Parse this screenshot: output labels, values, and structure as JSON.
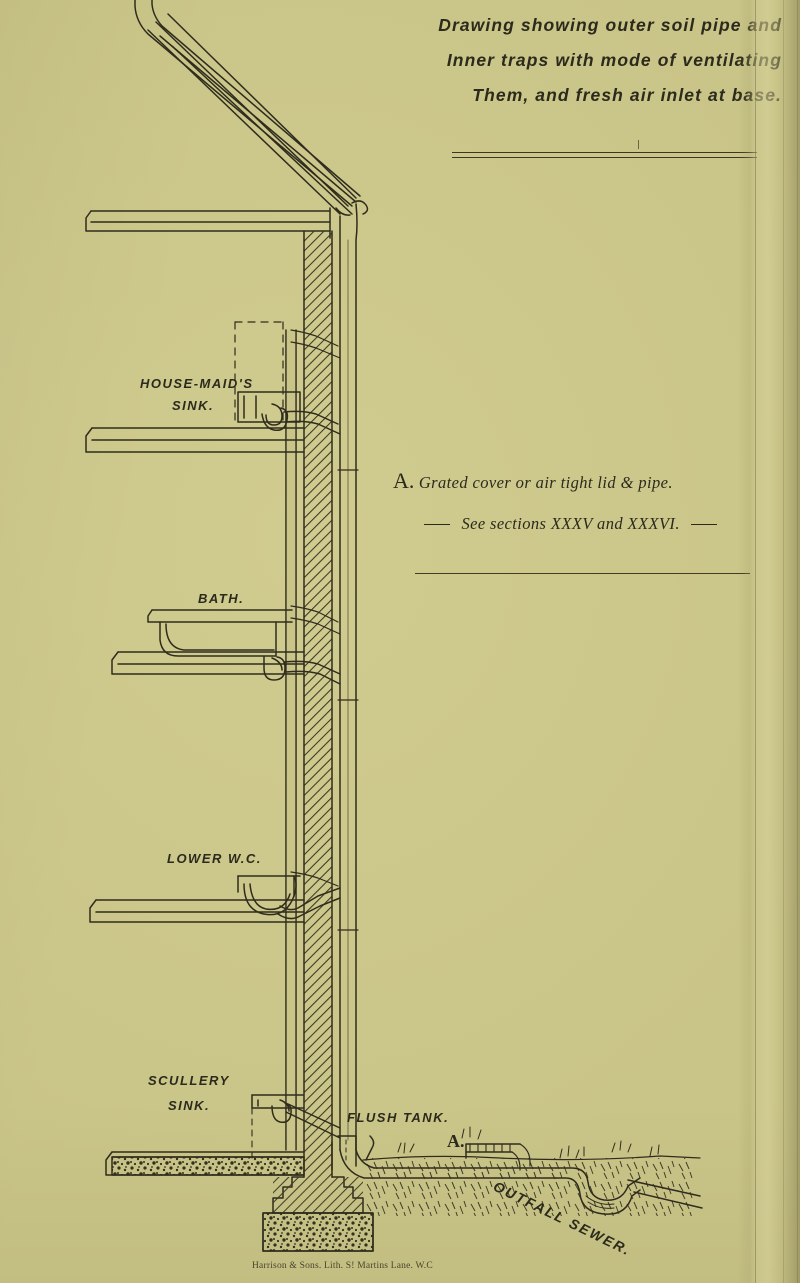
{
  "plate": {
    "background_color": "#c9c487",
    "ink_color": "#2b2a1c",
    "title": {
      "line1": "Drawing showing outer soil pipe and",
      "line2": "Inner traps with mode of ventilating",
      "line3": "Them, and fresh air inlet at base."
    },
    "annotation": {
      "key_letter": "A.",
      "line1": "Grated cover or air tight lid & pipe.",
      "line2_prefix": "See",
      "line2": "sections XXXV and XXXVI."
    },
    "labels": {
      "housemaids_sink_1": "HOUSE-MAID'S",
      "housemaids_sink_2": "SINK.",
      "bath": "BATH.",
      "lower_wc": "LOWER W.C.",
      "scullery_1": "SCULLERY",
      "scullery_2": "SINK.",
      "flush_tank": "FLUSH TANK.",
      "base_key": "A.",
      "outfall_sewer": "OUTFALL SEWER."
    },
    "imprint": "Harrison & Sons. Lith. S! Martins Lane. W.C"
  }
}
